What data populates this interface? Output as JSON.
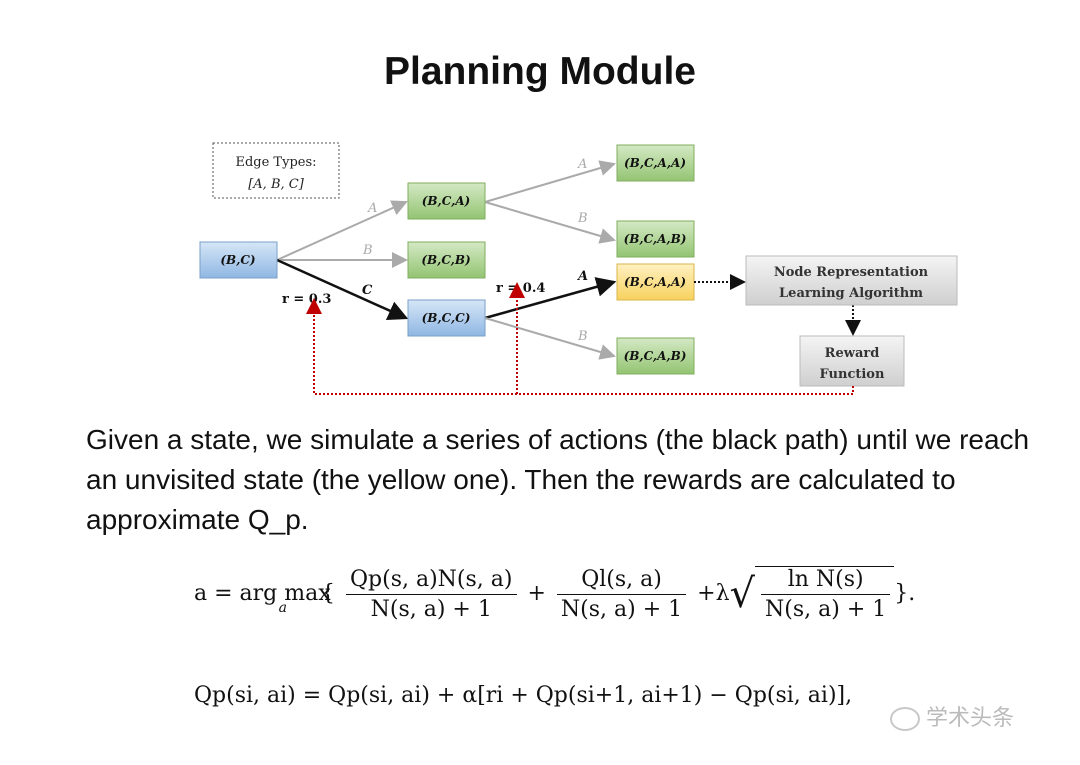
{
  "title": "Planning Module",
  "legend": {
    "line1": "Edge Types:",
    "line2": "[A, B, C]"
  },
  "nodes": {
    "root": "(B,C)",
    "bca": "(B,C,A)",
    "bcb": "(B,C,B)",
    "bcc": "(B,C,C)",
    "bcaa_top": "(B,C,A,A)",
    "bcab_top": "(B,C,A,B)",
    "bcaa_yellow": "(B,C,A,A)",
    "bcab_bottom": "(B,C,A,B)"
  },
  "edge_labels": {
    "a1": "A",
    "b1": "B",
    "c1": "C",
    "a2": "A",
    "b2": "B",
    "a3": "A",
    "b3": "B"
  },
  "rewards": {
    "r1": "r = 0.3",
    "r2": "r = 0.4"
  },
  "boxes": {
    "nra_line1": "Node Representation",
    "nra_line2": "Learning Algorithm",
    "reward_line1": "Reward",
    "reward_line2": "Function"
  },
  "description": "Given a state, we simulate a series of actions (the black path) until we reach an unvisited state (the yellow one). Then the rewards are calculated to approximate Q_p.",
  "formula1": {
    "lhs": "a = arg max",
    "sub": "a",
    "frac1_num": "Qp(s, a)N(s, a)",
    "frac1_den": "N(s, a) + 1",
    "frac2_num": "Ql(s, a)",
    "frac2_den": "N(s, a) + 1",
    "sqrt_num": "ln N(s)",
    "sqrt_den": "N(s, a) + 1"
  },
  "formula2": "Qp(si, ai) = Qp(si, ai) + α[ri + Qp(si+1, ai+1) − Qp(si, ai)],",
  "watermark": "学术头条",
  "colors": {
    "blue": "#a9c8ea",
    "green": "#a8d08d",
    "yellow": "#fbe08a",
    "gray": "#d9d9d9",
    "red": "#c00000"
  }
}
